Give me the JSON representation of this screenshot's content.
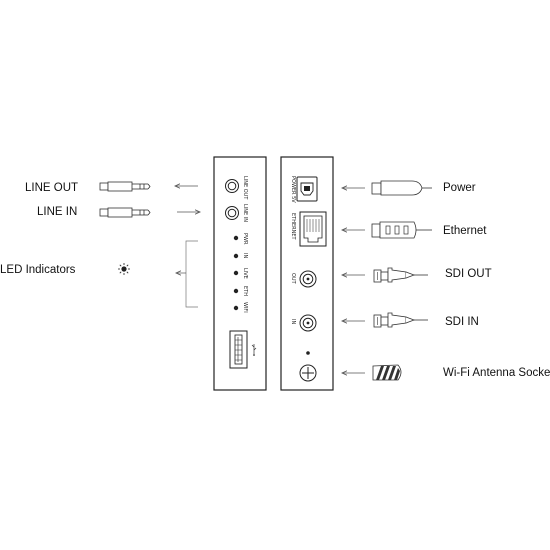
{
  "left_callouts": {
    "line_out": "LINE OUT",
    "line_in": "LINE IN",
    "led_indicators": "LED Indicators"
  },
  "right_callouts": {
    "power": "Power",
    "ethernet": "Ethernet",
    "sdi_out": "SDI OUT",
    "sdi_in": "SDI IN",
    "wifi_antenna": "Wi-Fi Antenna Socket"
  },
  "left_panel": {
    "line_out": "LINE OUT",
    "line_in": "LINE IN",
    "leds": [
      "PWR",
      "IN",
      "LIVE",
      "ETH",
      "WIFI"
    ],
    "usb_symbol": "⭍"
  },
  "right_panel": {
    "power": "POWER 5V",
    "ethernet": "ETHERNET",
    "out": "OUT",
    "in": "IN"
  },
  "icons": [
    "audio-jack-icon",
    "sun-icon",
    "usb-icon",
    "power-plug-icon",
    "ethernet-plug-icon",
    "bnc-connector-icon",
    "antenna-icon"
  ]
}
